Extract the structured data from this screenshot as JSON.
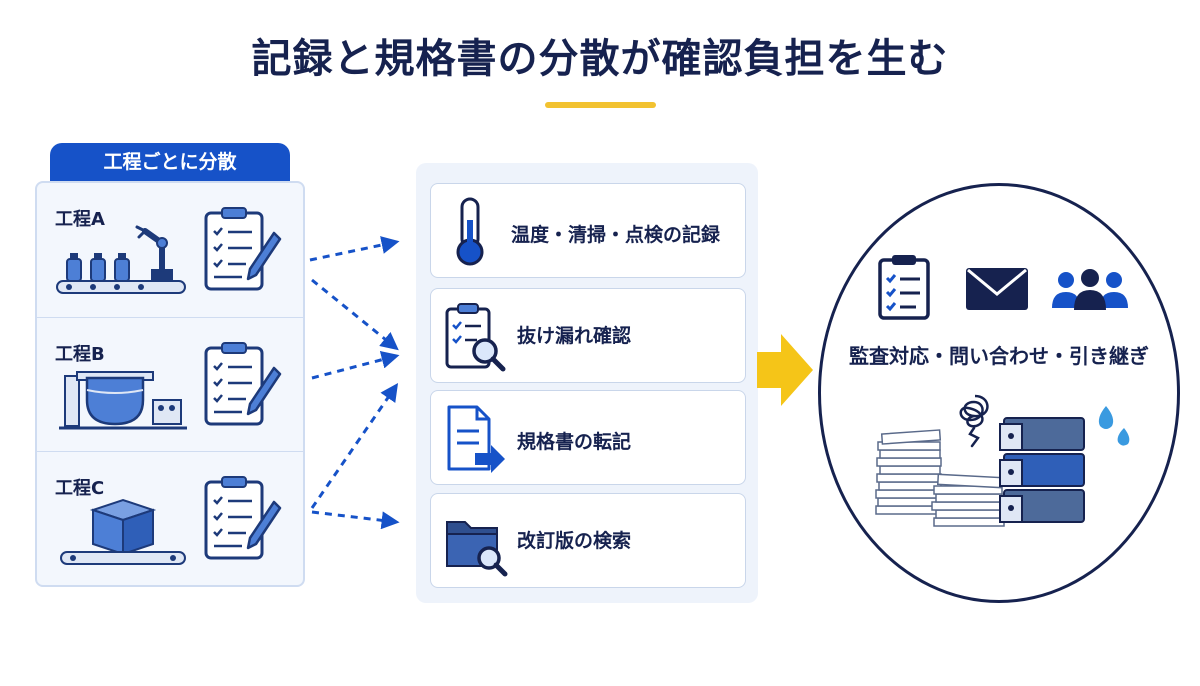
{
  "title": "記録と規格書の分散が確認負担を生む",
  "process_group": {
    "badge": "工程ごとに分散",
    "processes": [
      {
        "label": "工程A"
      },
      {
        "label": "工程B"
      },
      {
        "label": "工程C"
      }
    ]
  },
  "tasks": [
    {
      "label": "温度・清掃・点検の記録",
      "icon": "thermometer-icon"
    },
    {
      "label": "抜け漏れ確認",
      "icon": "clipboard-search-icon"
    },
    {
      "label": "規格書の転記",
      "icon": "document-transfer-icon"
    },
    {
      "label": "改訂版の検索",
      "icon": "folder-search-icon"
    }
  ],
  "result": {
    "label": "監査対応・問い合わせ・引き継ぎ",
    "icons": [
      "checklist-icon",
      "envelope-icon",
      "people-icon",
      "tangle-stress-icon",
      "paper-stacks-icon",
      "binders-icon",
      "sweat-drops-icon"
    ]
  },
  "colors": {
    "navy": "#16224f",
    "blue": "#1652c8",
    "accent_yellow": "#f2c230",
    "panel_bg": "#f3f7fd",
    "panel_border": "#cfdcf1",
    "arrow_yellow": "#f5c518"
  }
}
